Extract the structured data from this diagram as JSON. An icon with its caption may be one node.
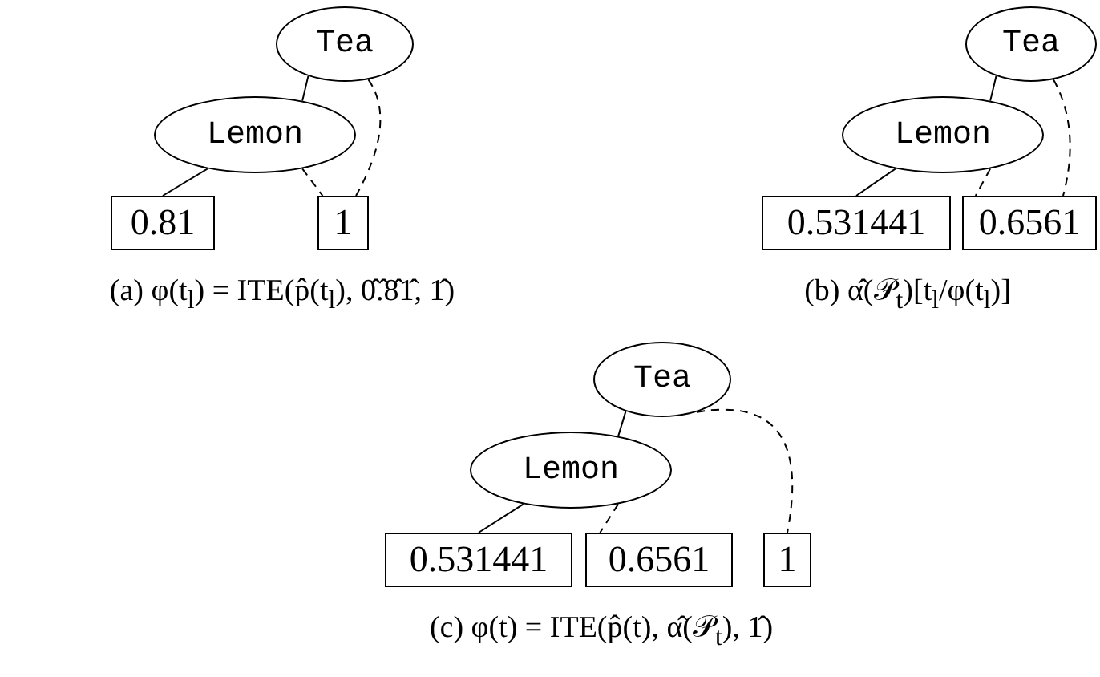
{
  "diagram": {
    "nodes": [
      {
        "text": [
          "Tea"
        ]
      },
      {
        "text": [
          "Lemon"
        ]
      },
      {
        "text": [
          "0.81"
        ]
      },
      {
        "text": [
          "1"
        ]
      },
      {
        "text": [
          "Tea"
        ]
      },
      {
        "text": [
          "Lemon"
        ]
      },
      {
        "text": [
          "0.531441"
        ]
      },
      {
        "text": [
          "0.6561"
        ]
      },
      {
        "text": [
          "Tea"
        ]
      },
      {
        "text": [
          "Lemon"
        ]
      },
      {
        "text": [
          "0.531441"
        ]
      },
      {
        "text": [
          "0.6561"
        ]
      },
      {
        "text": [
          "1"
        ]
      }
    ],
    "edges": [
      {
        "from": 0,
        "to": 1,
        "arrow": "none"
      },
      {
        "from": 1,
        "to": 2,
        "arrow": "none"
      },
      {
        "from": 1,
        "to": 3,
        "arrow": "none",
        "style": "dashed"
      },
      {
        "from": 0,
        "to": 3,
        "arrow": "none",
        "style": "dashed"
      },
      {
        "from": 4,
        "to": 5,
        "arrow": "none"
      },
      {
        "from": 5,
        "to": 6,
        "arrow": "none"
      },
      {
        "from": 5,
        "to": 7,
        "arrow": "none",
        "style": "dashed"
      },
      {
        "from": 4,
        "to": 7,
        "arrow": "none",
        "style": "dashed"
      },
      {
        "from": 8,
        "to": 9,
        "arrow": "none"
      },
      {
        "from": 9,
        "to": 10,
        "arrow": "none"
      },
      {
        "from": 9,
        "to": 11,
        "arrow": "none",
        "style": "dashed"
      },
      {
        "from": 8,
        "to": 12,
        "arrow": "none",
        "style": "dashed"
      }
    ],
    "labels": [
      "(a) φ(t$_{l}$) = ITE(p̂(t$_{l}$), 0̂.̂8̂1̂, 1̂)",
      "(b) α̂(𝒫$_{t}$)[t$_{l}$/φ(t$_{l}$)]",
      "(c) φ(t) = ITE(p̂(t), α̂(𝒫$_{t}$), 1̂)"
    ]
  }
}
